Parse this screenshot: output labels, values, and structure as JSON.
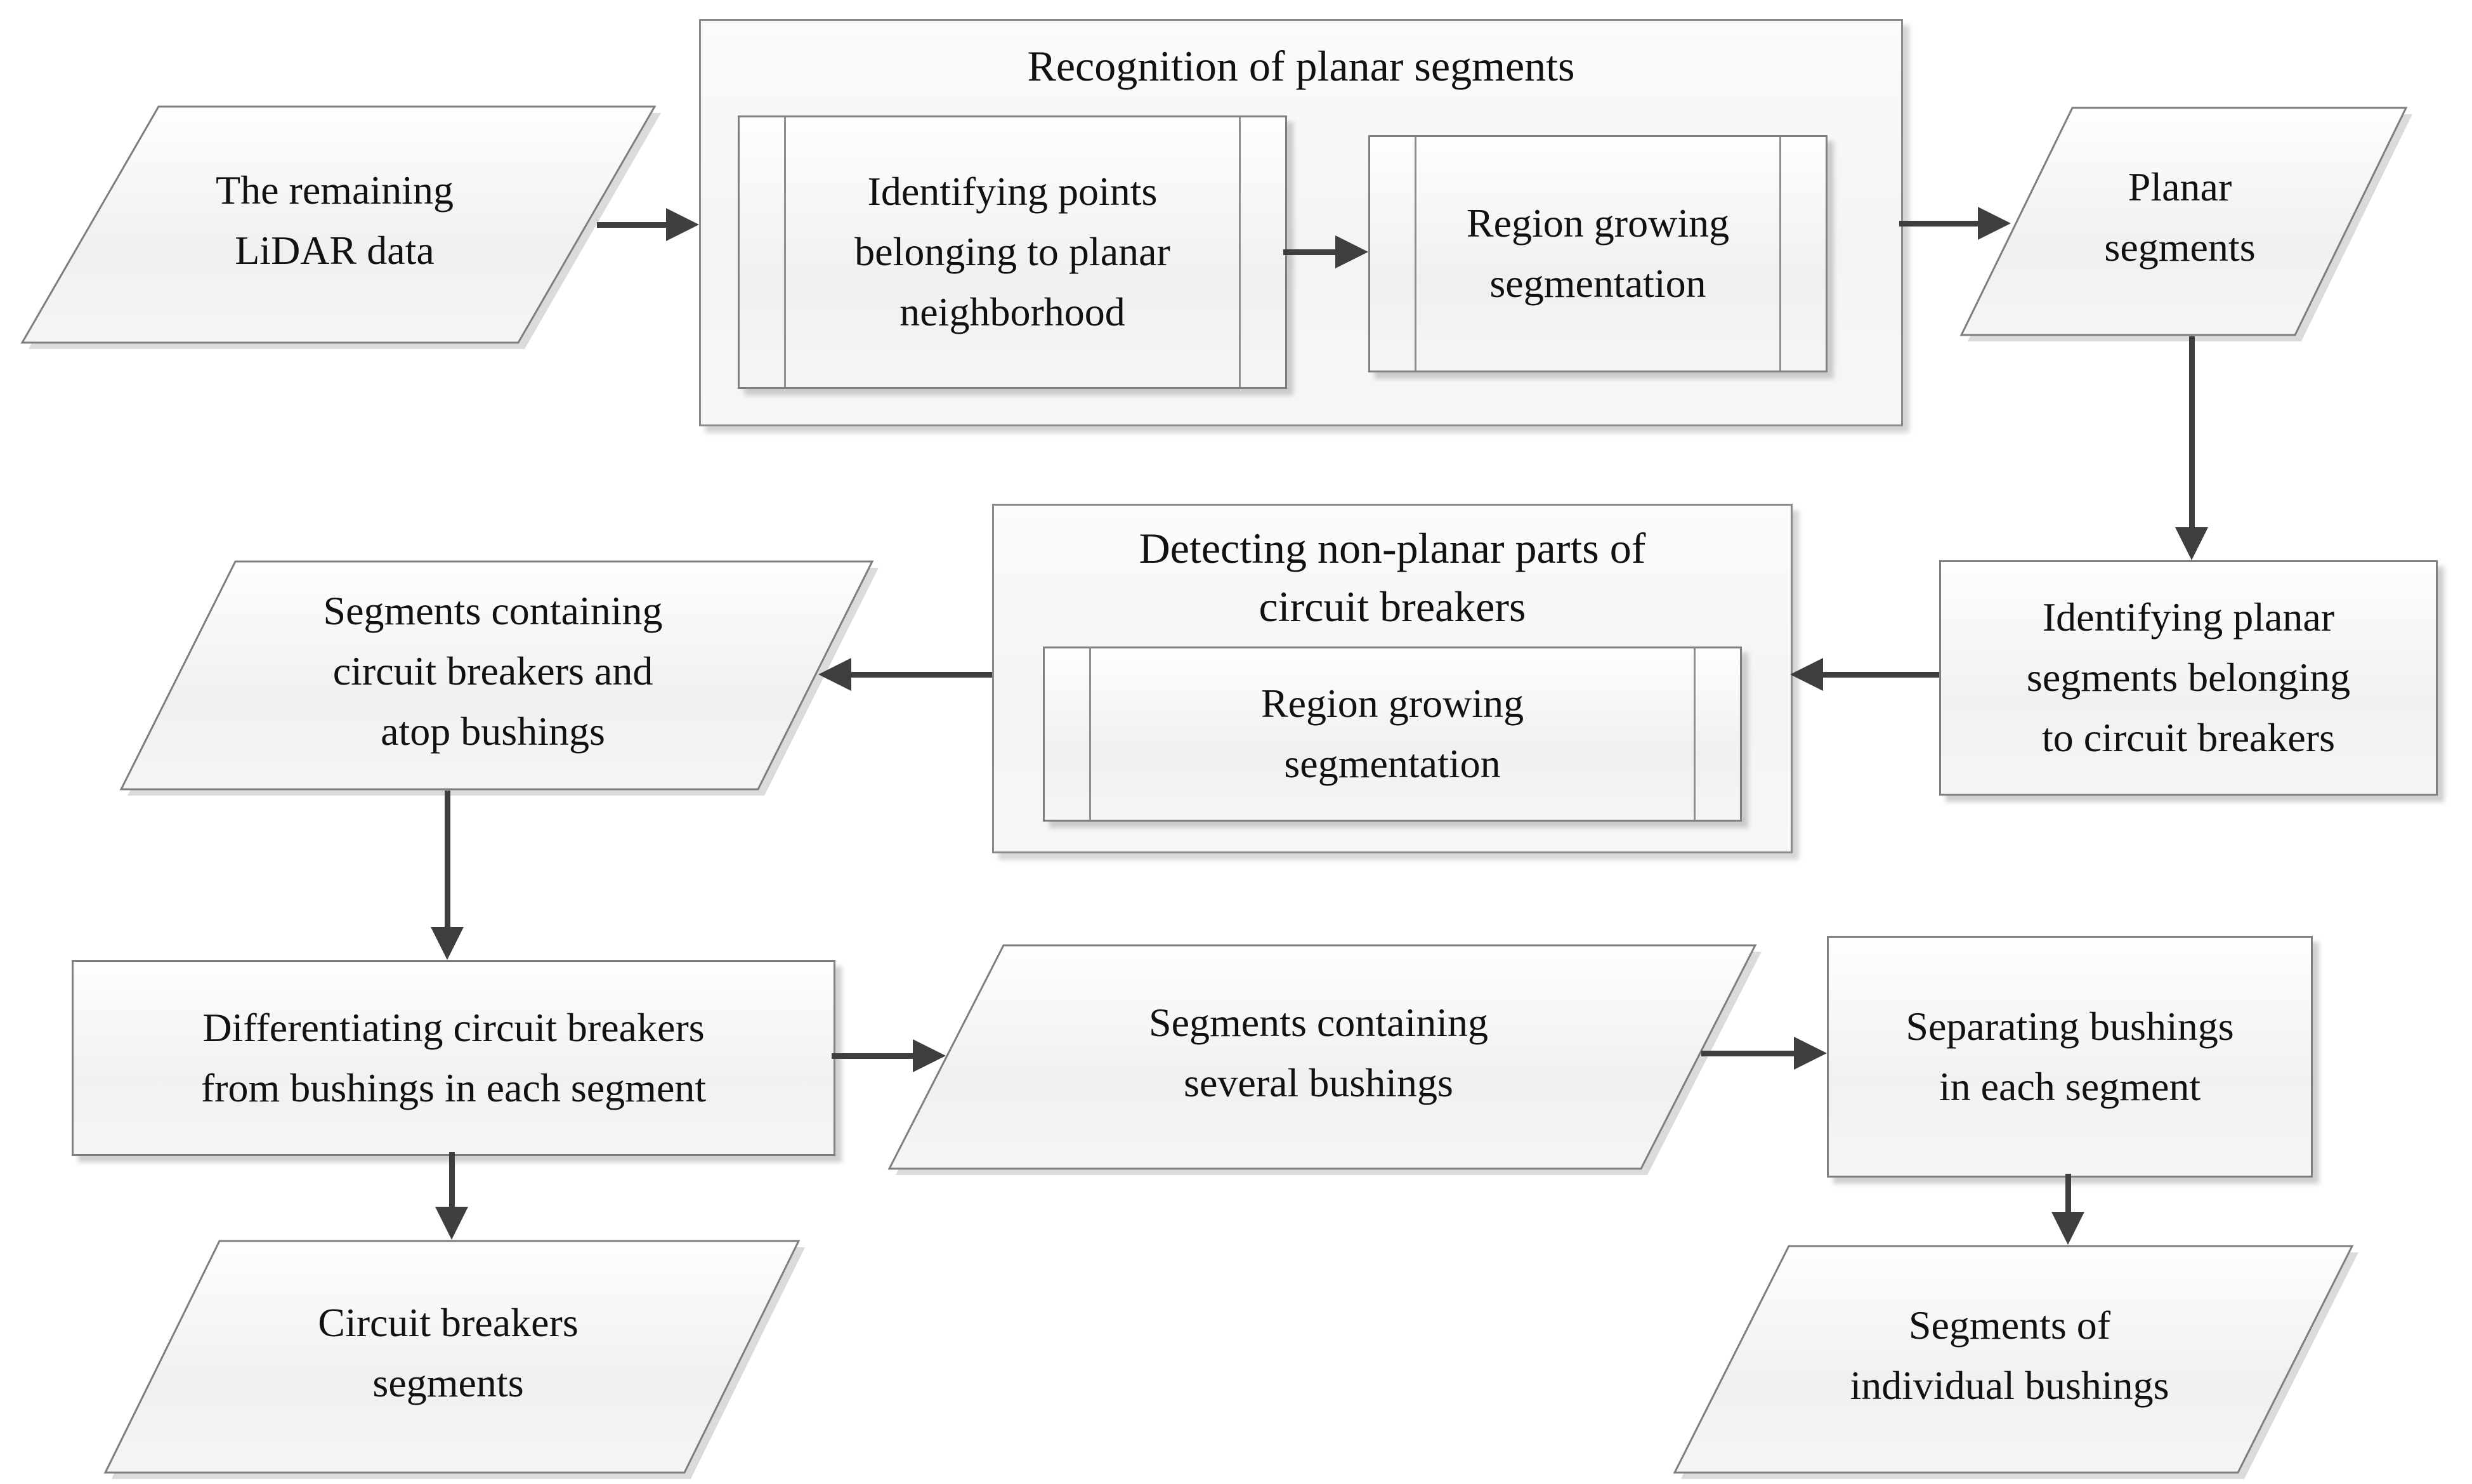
{
  "diagram": {
    "kind": "flowchart",
    "colors": {
      "background": "#ffffff",
      "shape_fill_top": "#fefefe",
      "shape_fill_bottom": "#f1f1f1",
      "container_fill": "#f6f6f6",
      "border": "#7e7e7e",
      "arrow": "#3e3e3e",
      "text": "#111111",
      "shadow": "#bdbdbd"
    },
    "groups": {
      "recognition": {
        "title": "Recognition of planar segments"
      },
      "detecting": {
        "title_lines": [
          "Detecting non-planar parts of",
          "circuit breakers"
        ]
      }
    },
    "nodes": {
      "remaining_lidar": {
        "shape": "parallelogram",
        "lines": [
          "The remaining",
          "LiDAR data"
        ]
      },
      "identify_points": {
        "shape": "predefined-process",
        "lines": [
          "Identifying points",
          "belonging to planar",
          "neighborhood"
        ]
      },
      "region_growing_1": {
        "shape": "predefined-process",
        "lines": [
          "Region growing",
          "segmentation"
        ]
      },
      "planar_segments": {
        "shape": "parallelogram",
        "lines": [
          "Planar",
          "segments"
        ]
      },
      "identify_planar": {
        "shape": "process",
        "lines": [
          "Identifying planar",
          "segments belonging",
          "to circuit breakers"
        ]
      },
      "region_growing_2": {
        "shape": "predefined-process",
        "lines": [
          "Region growing",
          "segmentation"
        ]
      },
      "segments_cb_atop": {
        "shape": "parallelogram",
        "lines": [
          "Segments containing",
          "circuit breakers and",
          "atop bushings"
        ]
      },
      "differentiating": {
        "shape": "process",
        "lines": [
          "Differentiating circuit breakers",
          "from bushings in each segment"
        ]
      },
      "segments_several": {
        "shape": "parallelogram",
        "lines": [
          "Segments containing",
          "several bushings"
        ]
      },
      "separating": {
        "shape": "process",
        "lines": [
          "Separating bushings",
          "in each segment"
        ]
      },
      "cb_segments": {
        "shape": "parallelogram",
        "lines": [
          "Circuit breakers",
          "segments"
        ]
      },
      "individual_bushings": {
        "shape": "parallelogram",
        "lines": [
          "Segments of",
          "individual bushings"
        ]
      }
    }
  }
}
